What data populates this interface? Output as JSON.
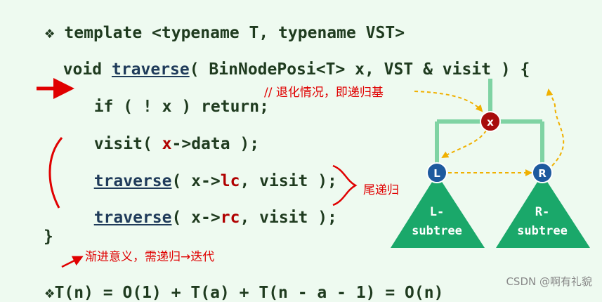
{
  "code": {
    "l1": "template <typename T, typename VST>",
    "l2_a": "void ",
    "l2_fn": "traverse",
    "l2_b": "( BinNodePosi<T> x, VST & visit ) {",
    "l3": "if ( ! x ) return;",
    "l4_a": "visit( ",
    "l4_x": "x",
    "l4_b": "->data );",
    "l5_fn": "traverse",
    "l5_a": "( x->",
    "l5_lc": "lc",
    "l5_b": ", visit );",
    "l6_fn": "traverse",
    "l6_a": "( x->",
    "l6_rc": "rc",
    "l6_b": ", visit );",
    "l7": "}",
    "formula": "T(n) = O(1) + T(a) + T(n - a - 1) = O(n)"
  },
  "notes": {
    "base_case": "// 退化情况，即递归基",
    "tail_rec": "尾递归",
    "iterate": "渐进意义，需递归→迭代"
  },
  "tree": {
    "root": "x",
    "left": "L",
    "right": "R",
    "left_subtree_l1": "L-",
    "left_subtree_l2": "subtree",
    "right_subtree_l1": "R-",
    "right_subtree_l2": "subtree"
  },
  "bullet": "❖",
  "watermark": "CSDN @啊有礼貌",
  "colors": {
    "tree_green": "#1aa86a",
    "root_red": "#a80c0c",
    "node_blue": "#1e5a9e",
    "arrow_yellow": "#f0b000",
    "note_red": "#e00000"
  }
}
